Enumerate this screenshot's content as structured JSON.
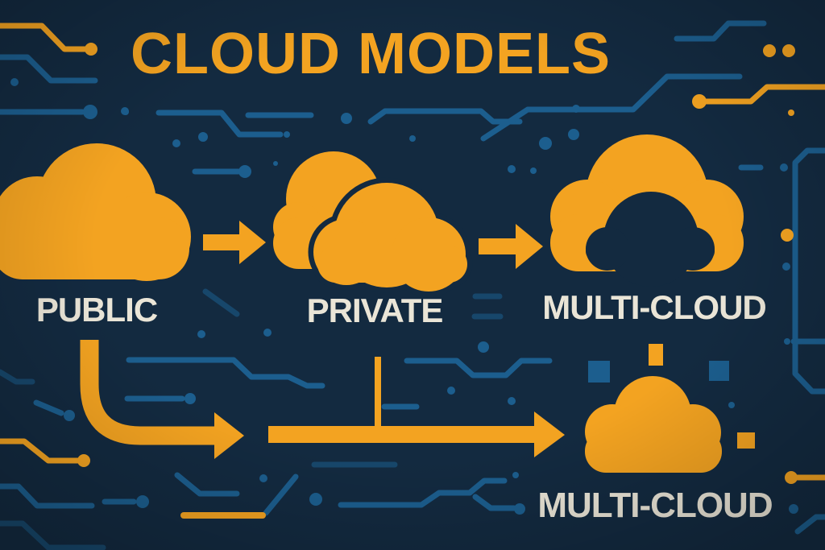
{
  "title": "CLOUD MODELS",
  "colors": {
    "background": "#132A40",
    "orange": "#F3A321",
    "circuit_blue": "#1C5E8E",
    "label_cream": "#EAE5D7"
  },
  "nodes": {
    "public": {
      "label": "PUBLIC",
      "icon": "cloud-icon"
    },
    "private": {
      "label": "PRIVATE",
      "icon": "double-cloud-icon"
    },
    "multi_cloud_top": {
      "label": "MULTI-CLOUD",
      "icon": "cloud-cutout-icon"
    },
    "multi_cloud_bottom": {
      "label": "MULTI-CLOUD",
      "icon": "cloud-icon"
    }
  },
  "flows": [
    {
      "from": "public",
      "to": "private",
      "connector": "arrow-right"
    },
    {
      "from": "private",
      "to": "multi_cloud_top",
      "connector": "arrow-right"
    },
    {
      "from": "public",
      "to": "multi_cloud_bottom",
      "connector": "curved-arrow-down-then-right"
    },
    {
      "from": "private",
      "to": "multi_cloud_bottom",
      "connector": "vertical-drop-line"
    }
  ]
}
